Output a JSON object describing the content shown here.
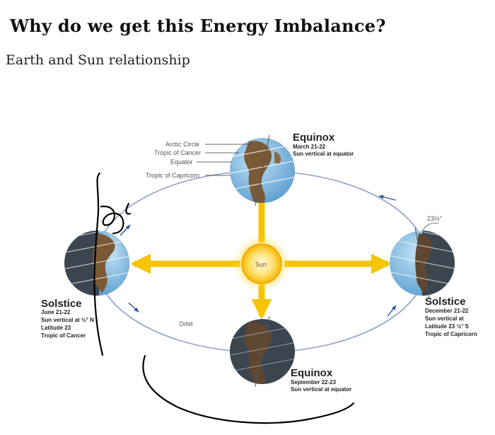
{
  "slide": {
    "title": "Why do we get this Energy Imbalance?",
    "subtitle": "Earth and Sun relationship"
  },
  "diagram": {
    "sun_label": "Sun",
    "orbit_label": "Orbit",
    "tilt_label": "23½°",
    "latitude_lines": [
      "Arctic Circle",
      "Tropic of Cancer",
      "Equator",
      "Tropic of Capricorn"
    ],
    "equinox_march": {
      "title": "Equinox",
      "date": "March 21-22",
      "note": "Sun vertical at equator"
    },
    "equinox_september": {
      "title": "Equinox",
      "date": "September 22-23",
      "note": "Sun vertical at equator"
    },
    "solstice_june": {
      "title": "Solstice",
      "date": "June 21-22",
      "line1": "Sun vertical at ½° N",
      "line2": "Latitude 23",
      "line3": "Tropic of Cancer"
    },
    "solstice_december": {
      "title": "Solstice",
      "date": "December 21-22",
      "line1": "Sun vertical at",
      "line2": "Latitude 23 ½° S",
      "line3": "Tropic of Capricorn"
    },
    "colors": {
      "ocean": "#7fb8df",
      "land": "#7a5a36",
      "night": "#3a4550",
      "sun": "#ffd24a",
      "ray": "#f6c400",
      "orbit": "#8fa0c8",
      "ink": "#000000"
    }
  }
}
